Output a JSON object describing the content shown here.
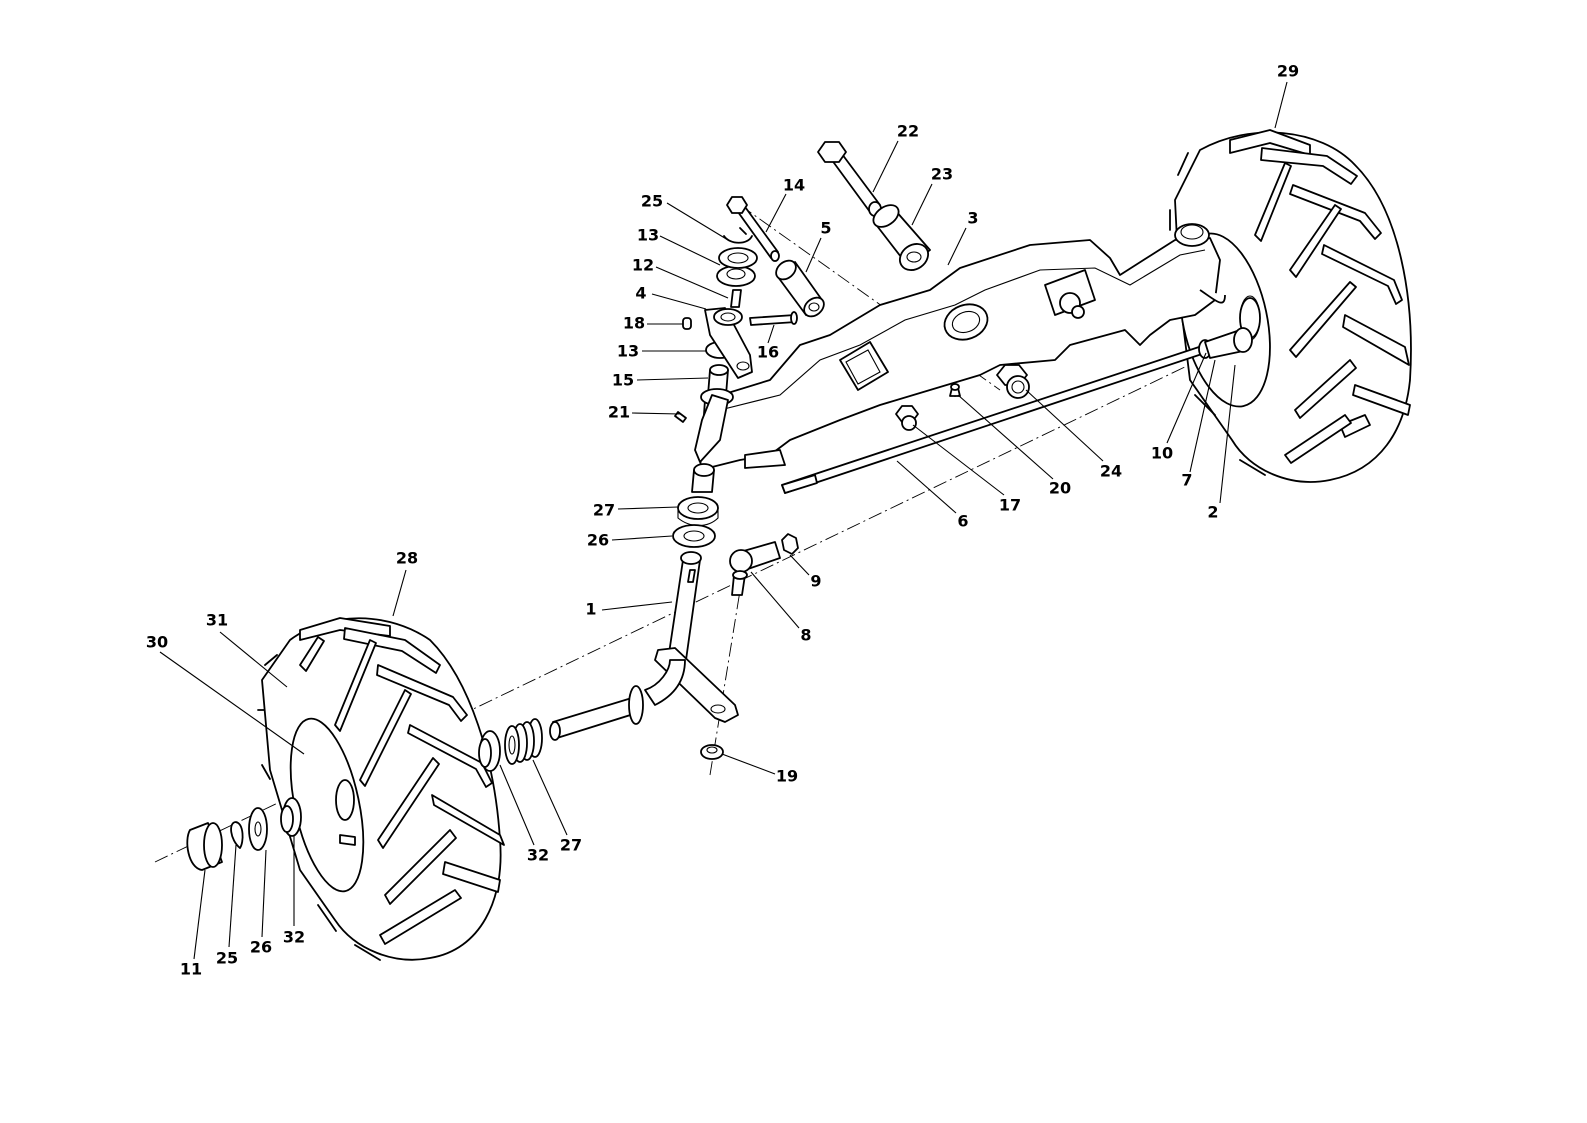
{
  "callouts": [
    {
      "id": "1",
      "text": "1"
    },
    {
      "id": "2",
      "text": "2"
    },
    {
      "id": "3",
      "text": "3"
    },
    {
      "id": "4",
      "text": "4"
    },
    {
      "id": "5",
      "text": "5"
    },
    {
      "id": "6",
      "text": "6"
    },
    {
      "id": "7",
      "text": "7"
    },
    {
      "id": "8",
      "text": "8"
    },
    {
      "id": "9",
      "text": "9"
    },
    {
      "id": "10",
      "text": "10"
    },
    {
      "id": "11",
      "text": "11"
    },
    {
      "id": "12",
      "text": "12"
    },
    {
      "id": "13a",
      "text": "13"
    },
    {
      "id": "13b",
      "text": "13"
    },
    {
      "id": "14",
      "text": "14"
    },
    {
      "id": "15",
      "text": "15"
    },
    {
      "id": "16",
      "text": "16"
    },
    {
      "id": "17",
      "text": "17"
    },
    {
      "id": "18",
      "text": "18"
    },
    {
      "id": "19",
      "text": "19"
    },
    {
      "id": "20",
      "text": "20"
    },
    {
      "id": "21",
      "text": "21"
    },
    {
      "id": "22",
      "text": "22"
    },
    {
      "id": "23",
      "text": "23"
    },
    {
      "id": "24",
      "text": "24"
    },
    {
      "id": "25a",
      "text": "25"
    },
    {
      "id": "25b",
      "text": "25"
    },
    {
      "id": "26a",
      "text": "26"
    },
    {
      "id": "26b",
      "text": "26"
    },
    {
      "id": "27a",
      "text": "27"
    },
    {
      "id": "27b",
      "text": "27"
    },
    {
      "id": "28",
      "text": "28"
    },
    {
      "id": "29",
      "text": "29"
    },
    {
      "id": "30",
      "text": "30"
    },
    {
      "id": "31",
      "text": "31"
    },
    {
      "id": "32a",
      "text": "32"
    },
    {
      "id": "32b",
      "text": "32"
    }
  ]
}
